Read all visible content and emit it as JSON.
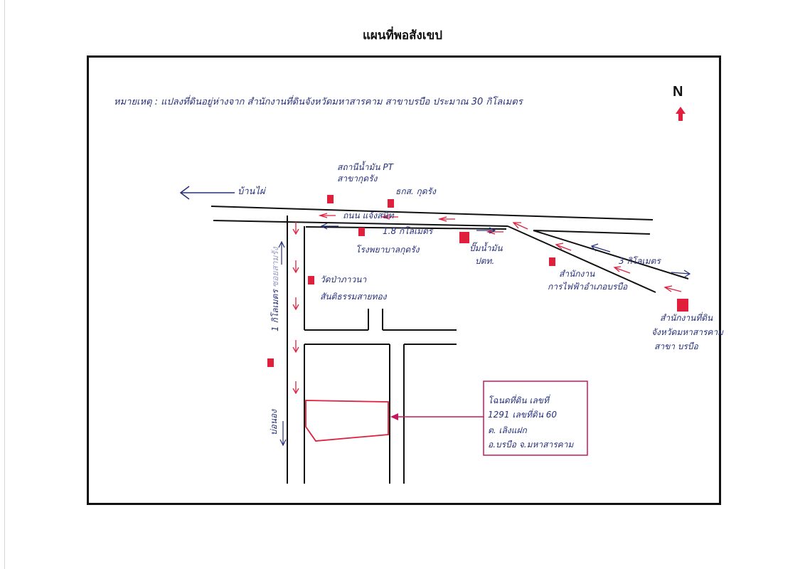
{
  "title": "แผนที่พอสังเขป",
  "north": "N",
  "note": "หมายเหตุ : แปลงที่ดินอยู่ห่างจาก สำนักงานที่ดินจังหวัดมหาสารคาม สาขาบรบือ ประมาณ 30 กิโลเมตร",
  "labels": {
    "ban_phai": "บ้านไผ่",
    "gas_station_1": "สถานีน้ำมัน PT",
    "gas_station_2": "สาขากุดรัง",
    "baac": "ธกส. กุดรัง",
    "road_name": "ถนน แจ้งสนิท",
    "distance_1km": "1.8 กิโลเมตร",
    "school": "โรงพยาบาลกุดรัง",
    "ptt_1": "ปั๊มน้ำมัน",
    "ptt_2": "ปตท.",
    "temple_1": "วัดป่าภาวนา",
    "temple_2": "สันติธรรมสายทอง",
    "distance_3km": "3 กิโลเมตร",
    "electricity_1": "สำนักงาน",
    "electricity_2": "การไฟฟ้าอำเภอบรบือ",
    "land_office_1": "สำนักงานที่ดิน",
    "land_office_2": "จังหวัดมหาสารคาม",
    "land_office_3": "สาขา บรบือ",
    "vertical_1km": "1 กิโลเมตร",
    "vertical_lane": "ซอยสามรัง",
    "vertical_small": "บ่อนอง",
    "plot_1": "โฉนดที่ดิน เลขที่",
    "plot_2": "1291 เลขที่ดิน 60",
    "plot_3": "ต. เลิงแฝก",
    "plot_4": "อ.บรบือ จ.มหาสารคาม"
  },
  "colors": {
    "ink": "#27307a",
    "marker": "#e01f3d",
    "road": "#111111"
  }
}
